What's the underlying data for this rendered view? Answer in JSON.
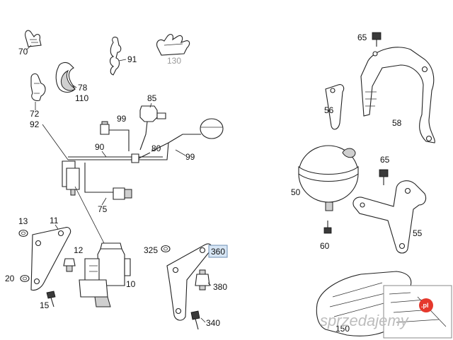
{
  "callouts": {
    "p70": "70",
    "p91": "91",
    "p130": "130",
    "p78": "78",
    "p110": "110",
    "p72": "72",
    "p92": "92",
    "p85": "85",
    "p99a": "99",
    "p90": "90",
    "p80": "80",
    "p99b": "99",
    "p75": "75",
    "p13": "13",
    "p11": "11",
    "p12": "12",
    "p20": "20",
    "p15": "15",
    "p10": "10",
    "p325": "325",
    "p360": "360",
    "p380": "380",
    "p340": "340",
    "p65a": "65",
    "p56": "56",
    "p58": "58",
    "p65b": "65",
    "p50": "50",
    "p60": "60",
    "p55": "55",
    "p150": "150"
  },
  "highlight": {
    "label": "360",
    "color": "#d7e6f5"
  },
  "watermark": {
    "text": "sprzedajemy",
    "badge": ".pl",
    "badge_color": "#e5382c"
  }
}
